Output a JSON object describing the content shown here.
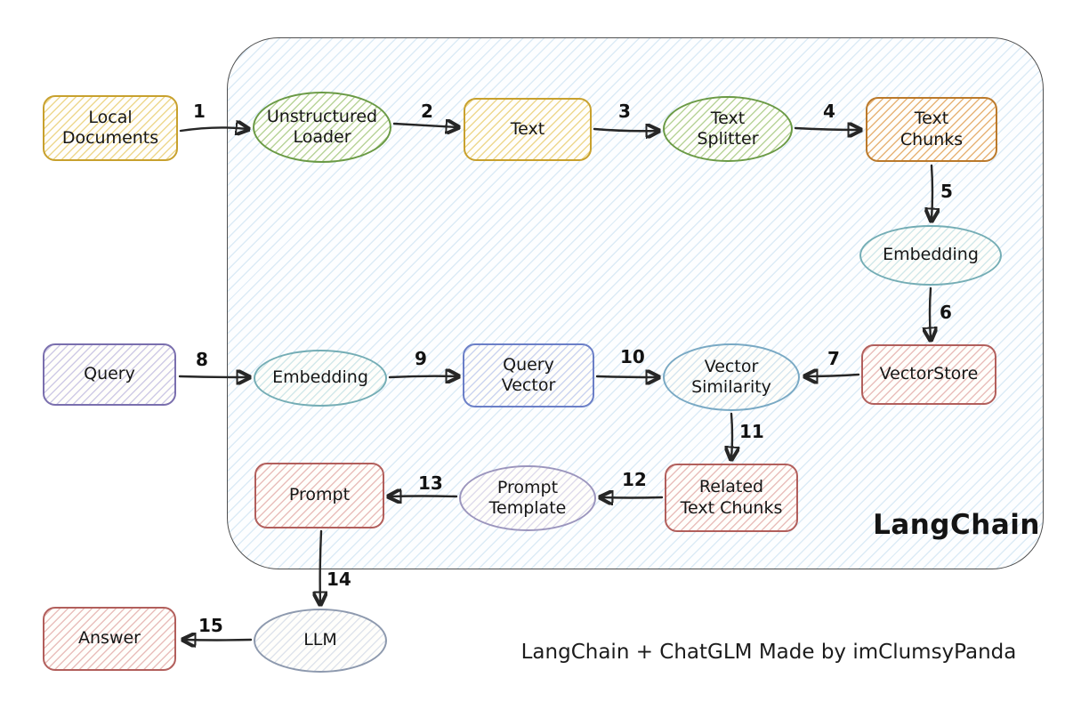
{
  "diagram": {
    "container_label": "LangChain",
    "caption": "LangChain + ChatGLM Made by imClumsyPanda"
  },
  "palette": {
    "yellow": "#c8a12e",
    "green": "#6a9a45",
    "orange": "#bb7a2c",
    "teal": "#74adb5",
    "red": "#b25f5c",
    "purple": "#7a6fae",
    "blue": "#6b7fc7",
    "lavender": "#9b95bd",
    "grayblue": "#8d99ae",
    "container_fill": "#dcebf6",
    "arrow": "#262626"
  },
  "nodes": [
    {
      "id": "local-documents",
      "label": "Local\nDocuments",
      "shape": "rect",
      "color": "yellow"
    },
    {
      "id": "unstructured-loader",
      "label": "Unstructured\nLoader",
      "shape": "ellipse",
      "color": "green"
    },
    {
      "id": "text",
      "label": "Text",
      "shape": "rect",
      "color": "yellow"
    },
    {
      "id": "text-splitter",
      "label": "Text\nSplitter",
      "shape": "ellipse",
      "color": "green"
    },
    {
      "id": "text-chunks",
      "label": "Text\nChunks",
      "shape": "rect",
      "color": "orange"
    },
    {
      "id": "embedding-docs",
      "label": "Embedding",
      "shape": "ellipse",
      "color": "teal"
    },
    {
      "id": "vectorstore",
      "label": "VectorStore",
      "shape": "rect",
      "color": "red"
    },
    {
      "id": "query",
      "label": "Query",
      "shape": "rect",
      "color": "purple"
    },
    {
      "id": "embedding-query",
      "label": "Embedding",
      "shape": "ellipse",
      "color": "teal"
    },
    {
      "id": "query-vector",
      "label": "Query\nVector",
      "shape": "rect",
      "color": "blue"
    },
    {
      "id": "vector-similarity",
      "label": "Vector\nSimilarity",
      "shape": "ellipse",
      "color": "teal"
    },
    {
      "id": "related-text-chunks",
      "label": "Related\nText Chunks",
      "shape": "rect",
      "color": "red"
    },
    {
      "id": "prompt-template",
      "label": "Prompt\nTemplate",
      "shape": "ellipse",
      "color": "lavender"
    },
    {
      "id": "prompt",
      "label": "Prompt",
      "shape": "rect",
      "color": "red"
    },
    {
      "id": "llm",
      "label": "LLM",
      "shape": "ellipse",
      "color": "grayblue"
    },
    {
      "id": "answer",
      "label": "Answer",
      "shape": "rect",
      "color": "red"
    }
  ],
  "edges": [
    {
      "label": "1",
      "from": "local-documents",
      "to": "unstructured-loader"
    },
    {
      "label": "2",
      "from": "unstructured-loader",
      "to": "text"
    },
    {
      "label": "3",
      "from": "text",
      "to": "text-splitter"
    },
    {
      "label": "4",
      "from": "text-splitter",
      "to": "text-chunks"
    },
    {
      "label": "5",
      "from": "text-chunks",
      "to": "embedding-docs"
    },
    {
      "label": "6",
      "from": "embedding-docs",
      "to": "vectorstore"
    },
    {
      "label": "7",
      "from": "vectorstore",
      "to": "vector-similarity"
    },
    {
      "label": "8",
      "from": "query",
      "to": "embedding-query"
    },
    {
      "label": "9",
      "from": "embedding-query",
      "to": "query-vector"
    },
    {
      "label": "10",
      "from": "query-vector",
      "to": "vector-similarity"
    },
    {
      "label": "11",
      "from": "vector-similarity",
      "to": "related-text-chunks"
    },
    {
      "label": "12",
      "from": "related-text-chunks",
      "to": "prompt-template"
    },
    {
      "label": "13",
      "from": "prompt-template",
      "to": "prompt"
    },
    {
      "label": "14",
      "from": "prompt",
      "to": "llm"
    },
    {
      "label": "15",
      "from": "llm",
      "to": "answer"
    }
  ]
}
